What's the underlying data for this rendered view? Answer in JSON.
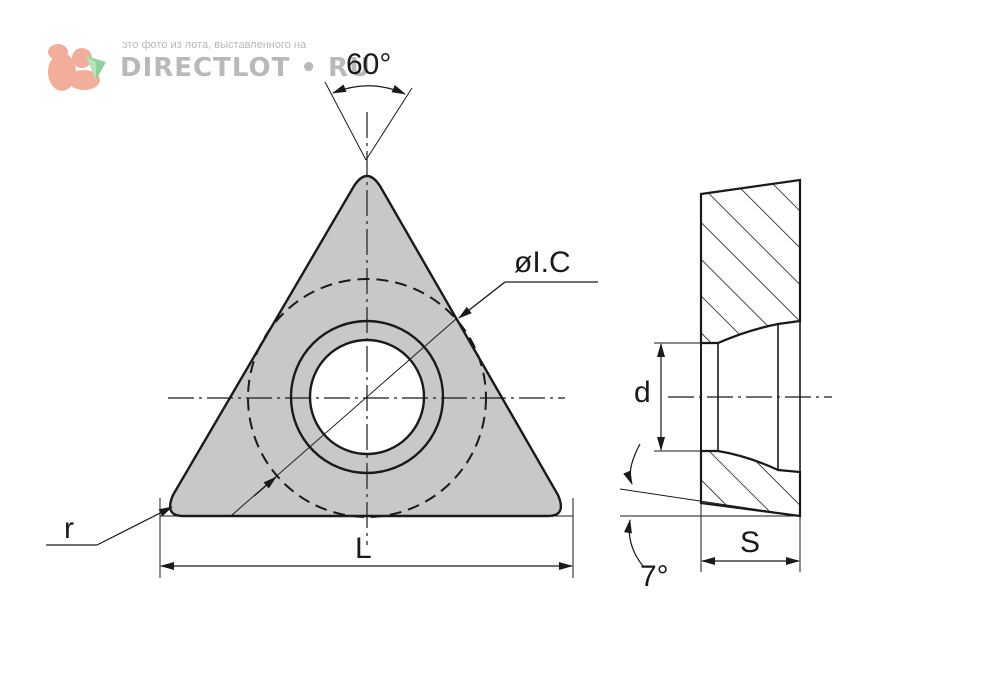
{
  "watermark": {
    "caption": "это фото из лота, выставленного на",
    "brand": "DIRECTLOT • RU"
  },
  "labels": {
    "angle_top": "60°",
    "diameter_ic": "øI.C",
    "radius": "r",
    "length": "L",
    "hole_d": "d",
    "thickness": "S",
    "clearance_angle": "7°"
  },
  "colors": {
    "insert_fill": "#c8c8c8",
    "line": "#1a1a1a",
    "watermark_orange": "#f0a08a",
    "watermark_green": "#7cc98a"
  }
}
